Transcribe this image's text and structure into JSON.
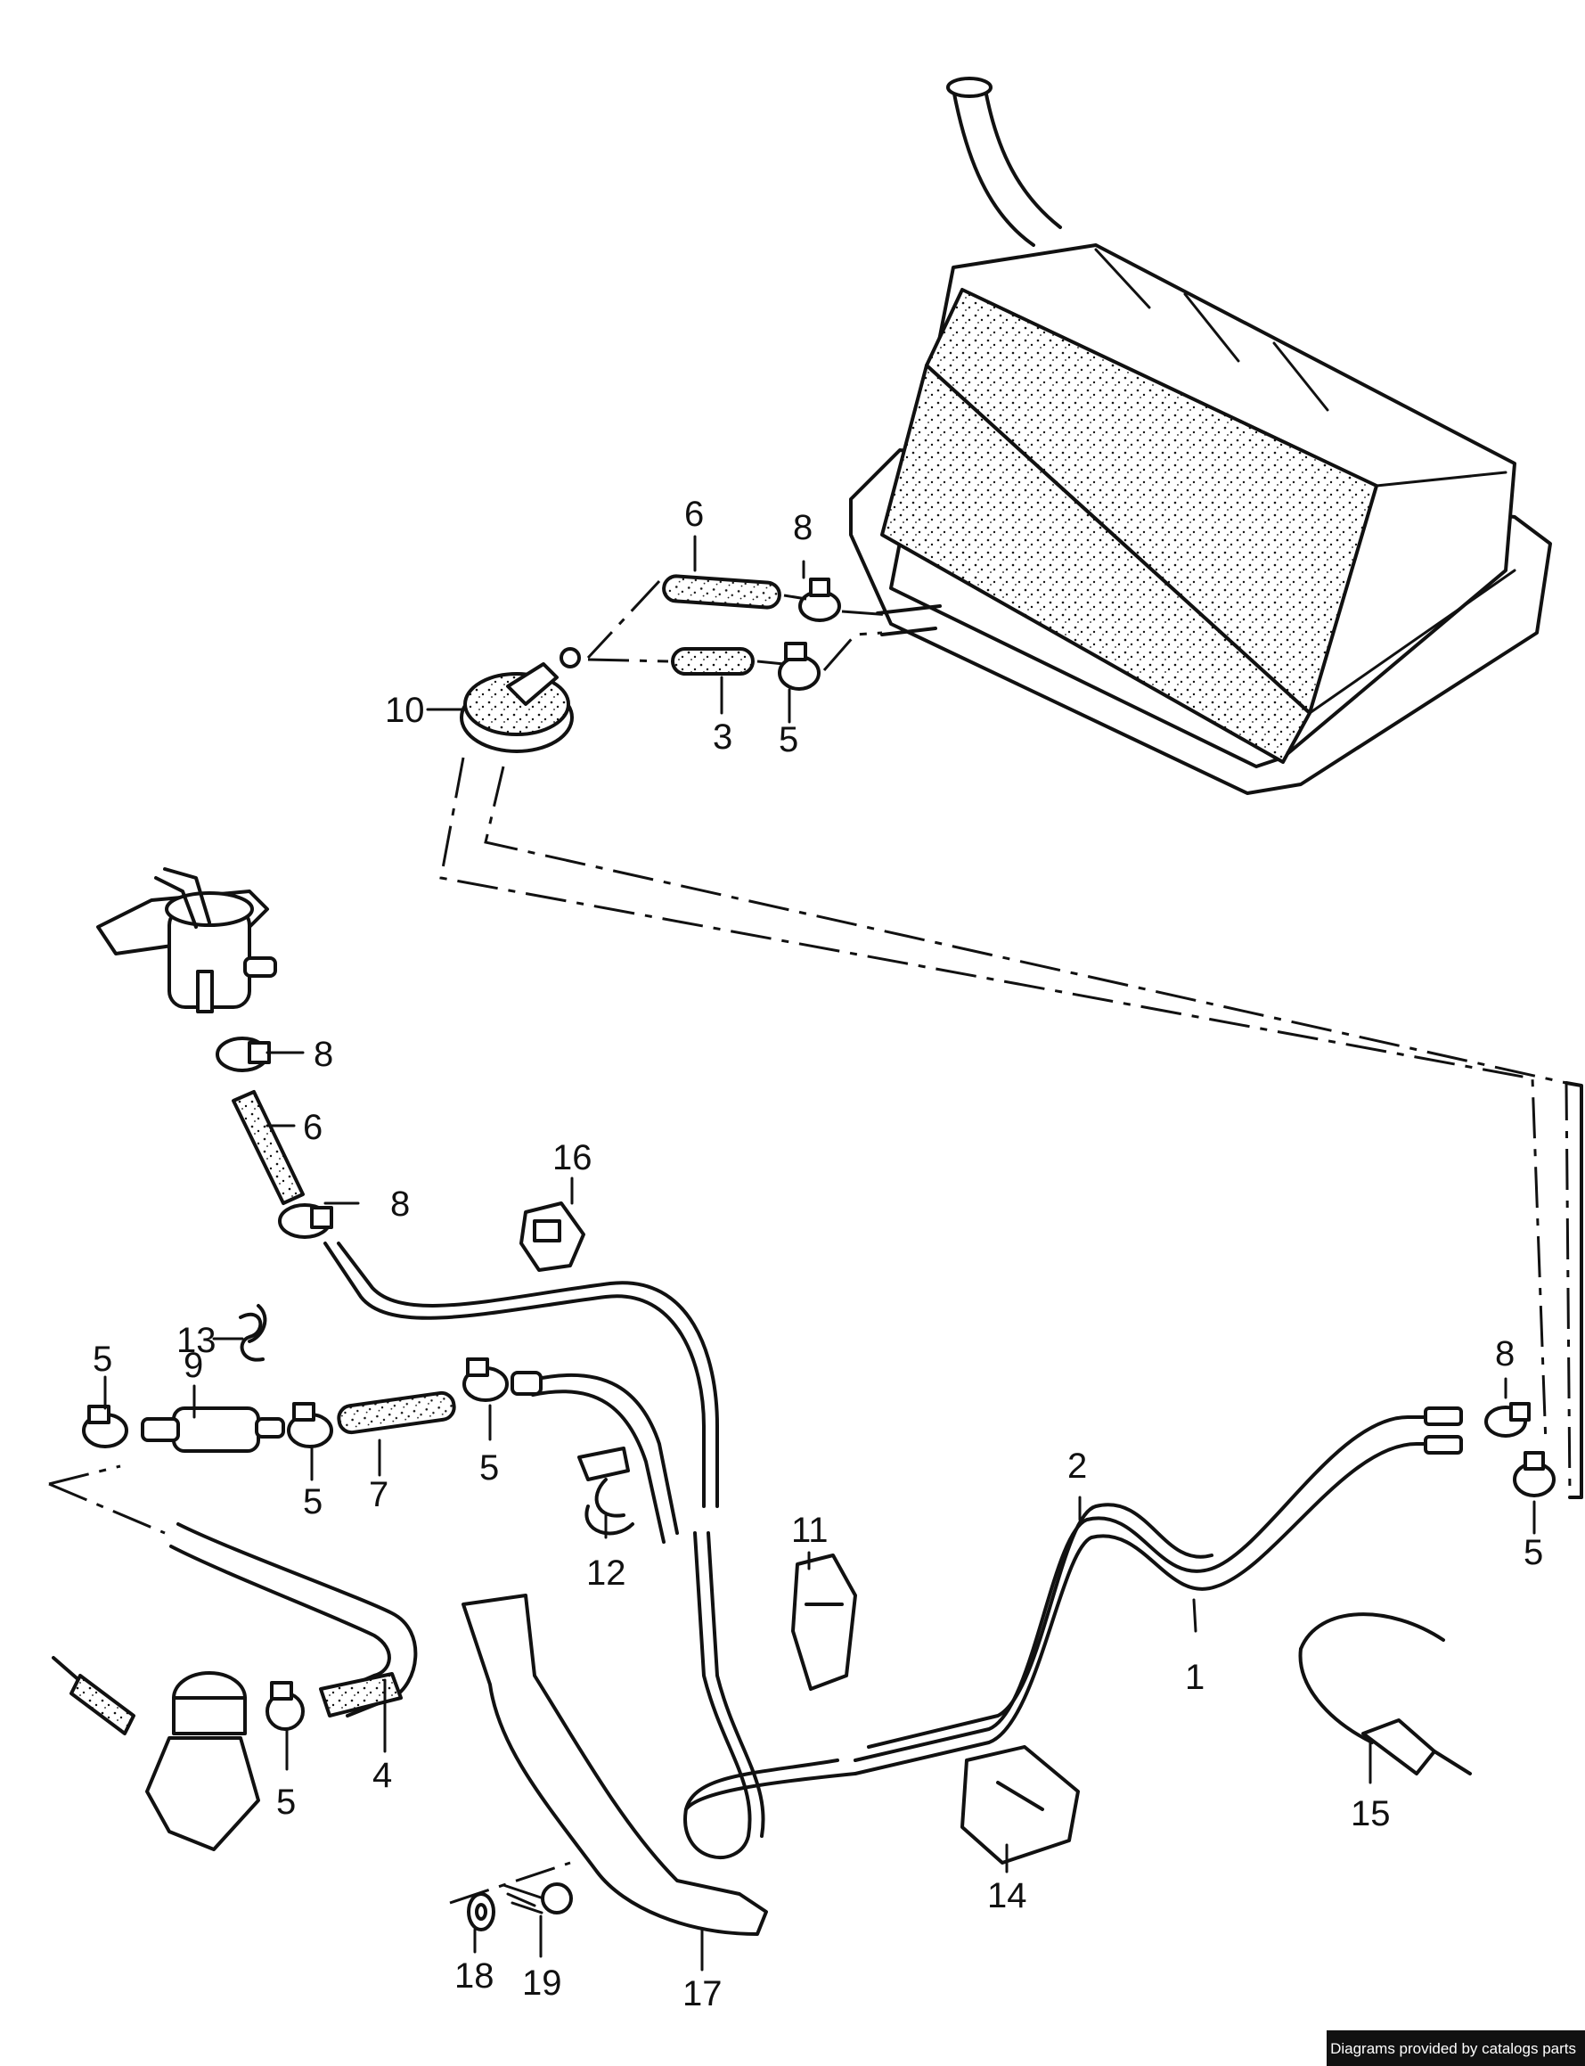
{
  "credit": "Diagrams provided by catalogs parts",
  "callouts": [
    "1",
    "2",
    "3",
    "4",
    "5",
    "6",
    "7",
    "8",
    "9",
    "10",
    "11",
    "12",
    "13",
    "14",
    "15",
    "16",
    "17",
    "18",
    "19"
  ]
}
